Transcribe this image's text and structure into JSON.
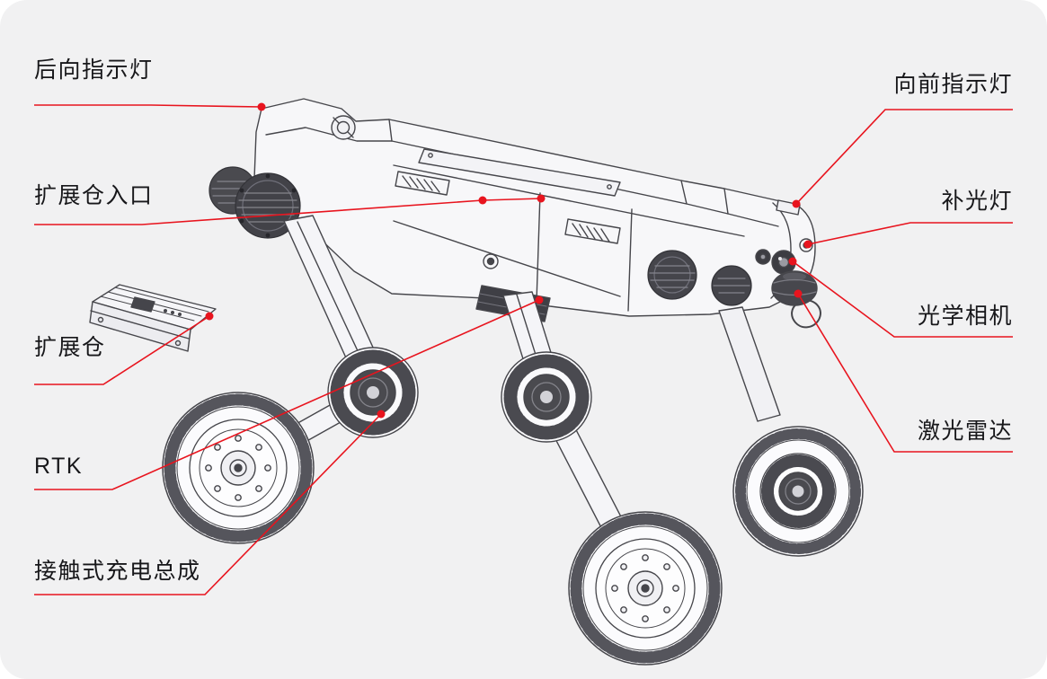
{
  "page": {
    "background": "#ffffff",
    "card_background": "#f1f1f2"
  },
  "colors": {
    "accent_red": "#e8141e",
    "label_ink": "#17171a",
    "drawing_line": "#46464b"
  },
  "labels": {
    "rear_indicator": "后向指示灯",
    "expansion_bay_port": "扩展仓入口",
    "expansion_bay": "扩展仓",
    "rtk": "RTK",
    "contact_charging": "接触式充电总成",
    "front_indicator": "向前指示灯",
    "fill_light": "补光灯",
    "optical_camera": "光学相机",
    "lidar": "激光雷达"
  }
}
